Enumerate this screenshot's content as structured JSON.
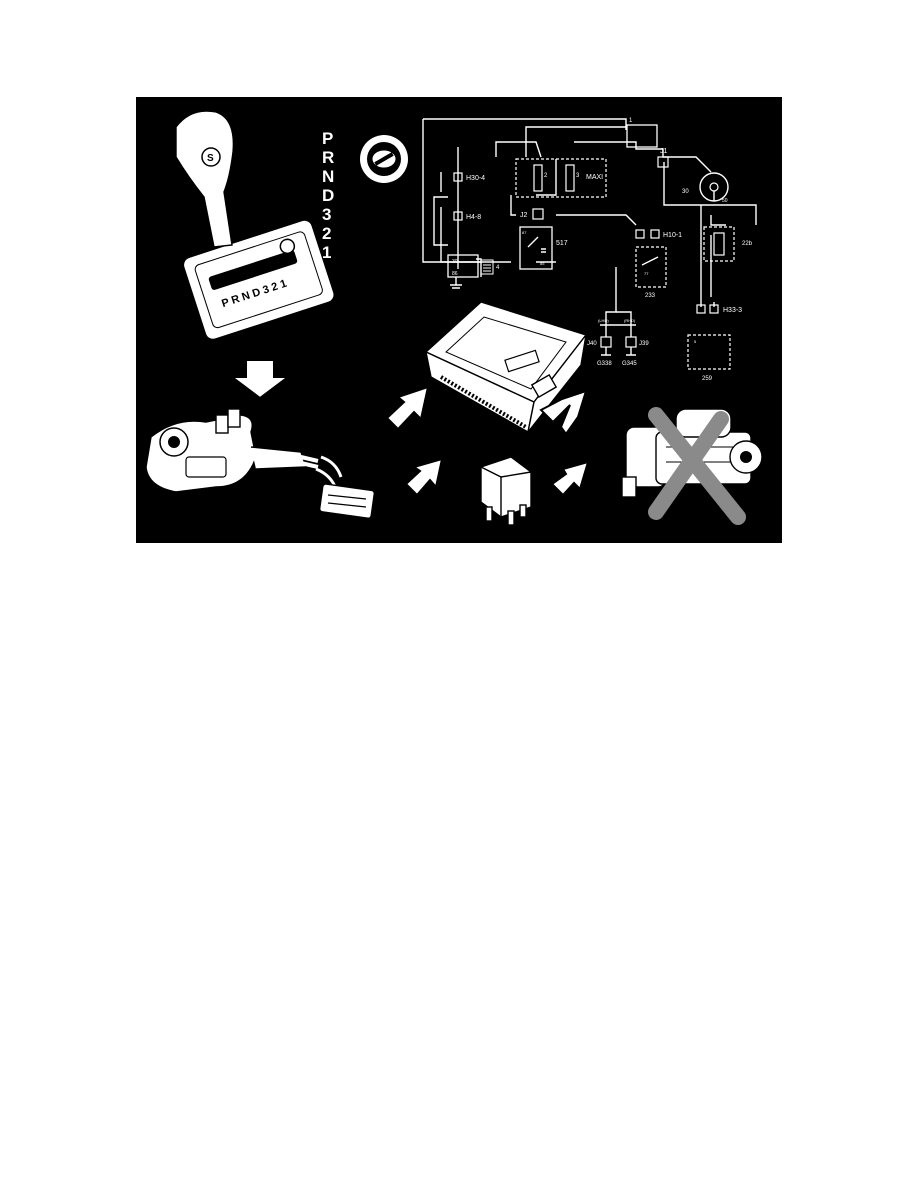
{
  "figure": {
    "gear_letters": [
      "P",
      "R",
      "N",
      "D",
      "3",
      "2",
      "1"
    ],
    "selector_knob_letter": "S",
    "wiring": {
      "connector_h304": "H30-4",
      "connector_h48": "H4-8",
      "relay_1": "1",
      "fuse_2": "2",
      "fuse_3": "3",
      "maxi": "MAXI",
      "junction_j1": "J1",
      "junction_j2": "J2",
      "relay_517": "517",
      "connector_h101": "H10-1",
      "connector_h333": "H33-3",
      "ignition_30": "30",
      "ignition_50": "50",
      "fuse_22b": "22b",
      "switch_233": "233",
      "starter_259": "259",
      "ground_j40": "J40",
      "ground_j39": "J39",
      "ground_g338": "G338",
      "ground_g345": "G345",
      "tag_lhd": "(LHD)",
      "tag_rhd": "(RHD)",
      "pin_85": "85",
      "pin_86": "86",
      "pin_87": "87",
      "pin_30": "30",
      "pin_4": "4",
      "pin_77": "77",
      "pin_5": "5"
    }
  }
}
